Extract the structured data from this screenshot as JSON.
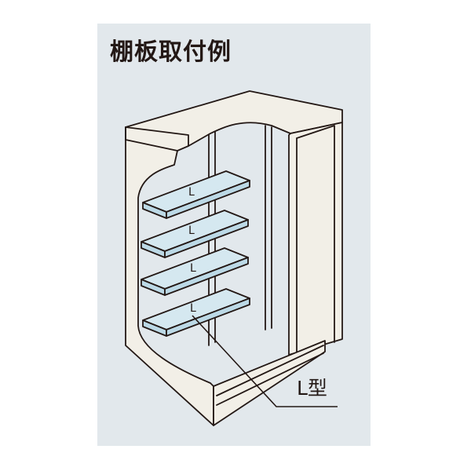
{
  "title": "棚板取付例",
  "shelves": [
    {
      "label": "L"
    },
    {
      "label": "L"
    },
    {
      "label": "L"
    },
    {
      "label": "L"
    }
  ],
  "callout": {
    "label": "L型"
  },
  "colors": {
    "panel": "#e2e8ec",
    "cabinet": "#f2efe7",
    "shelf_top": "#d5e8f0",
    "shelf_front": "#bcd9e6",
    "line": "#231815"
  }
}
